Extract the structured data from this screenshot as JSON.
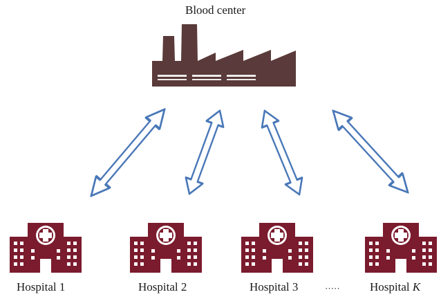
{
  "title": "Blood center",
  "hospitals": [
    {
      "prefix": "Hospital",
      "index": "1"
    },
    {
      "prefix": "Hospital",
      "index": "2"
    },
    {
      "prefix": "Hospital",
      "index": "3"
    },
    {
      "prefix": "Hospital",
      "index": "K"
    }
  ],
  "ellipsis": "·····",
  "icons": {
    "blood_center": "factory-icon",
    "hospital": "hospital-building-icon"
  },
  "colors": {
    "factory": "#5a3a3a",
    "hospital": "#7b1b2e",
    "arrow_stroke": "#4a78b8",
    "arrow_fill": "#ffffff"
  }
}
